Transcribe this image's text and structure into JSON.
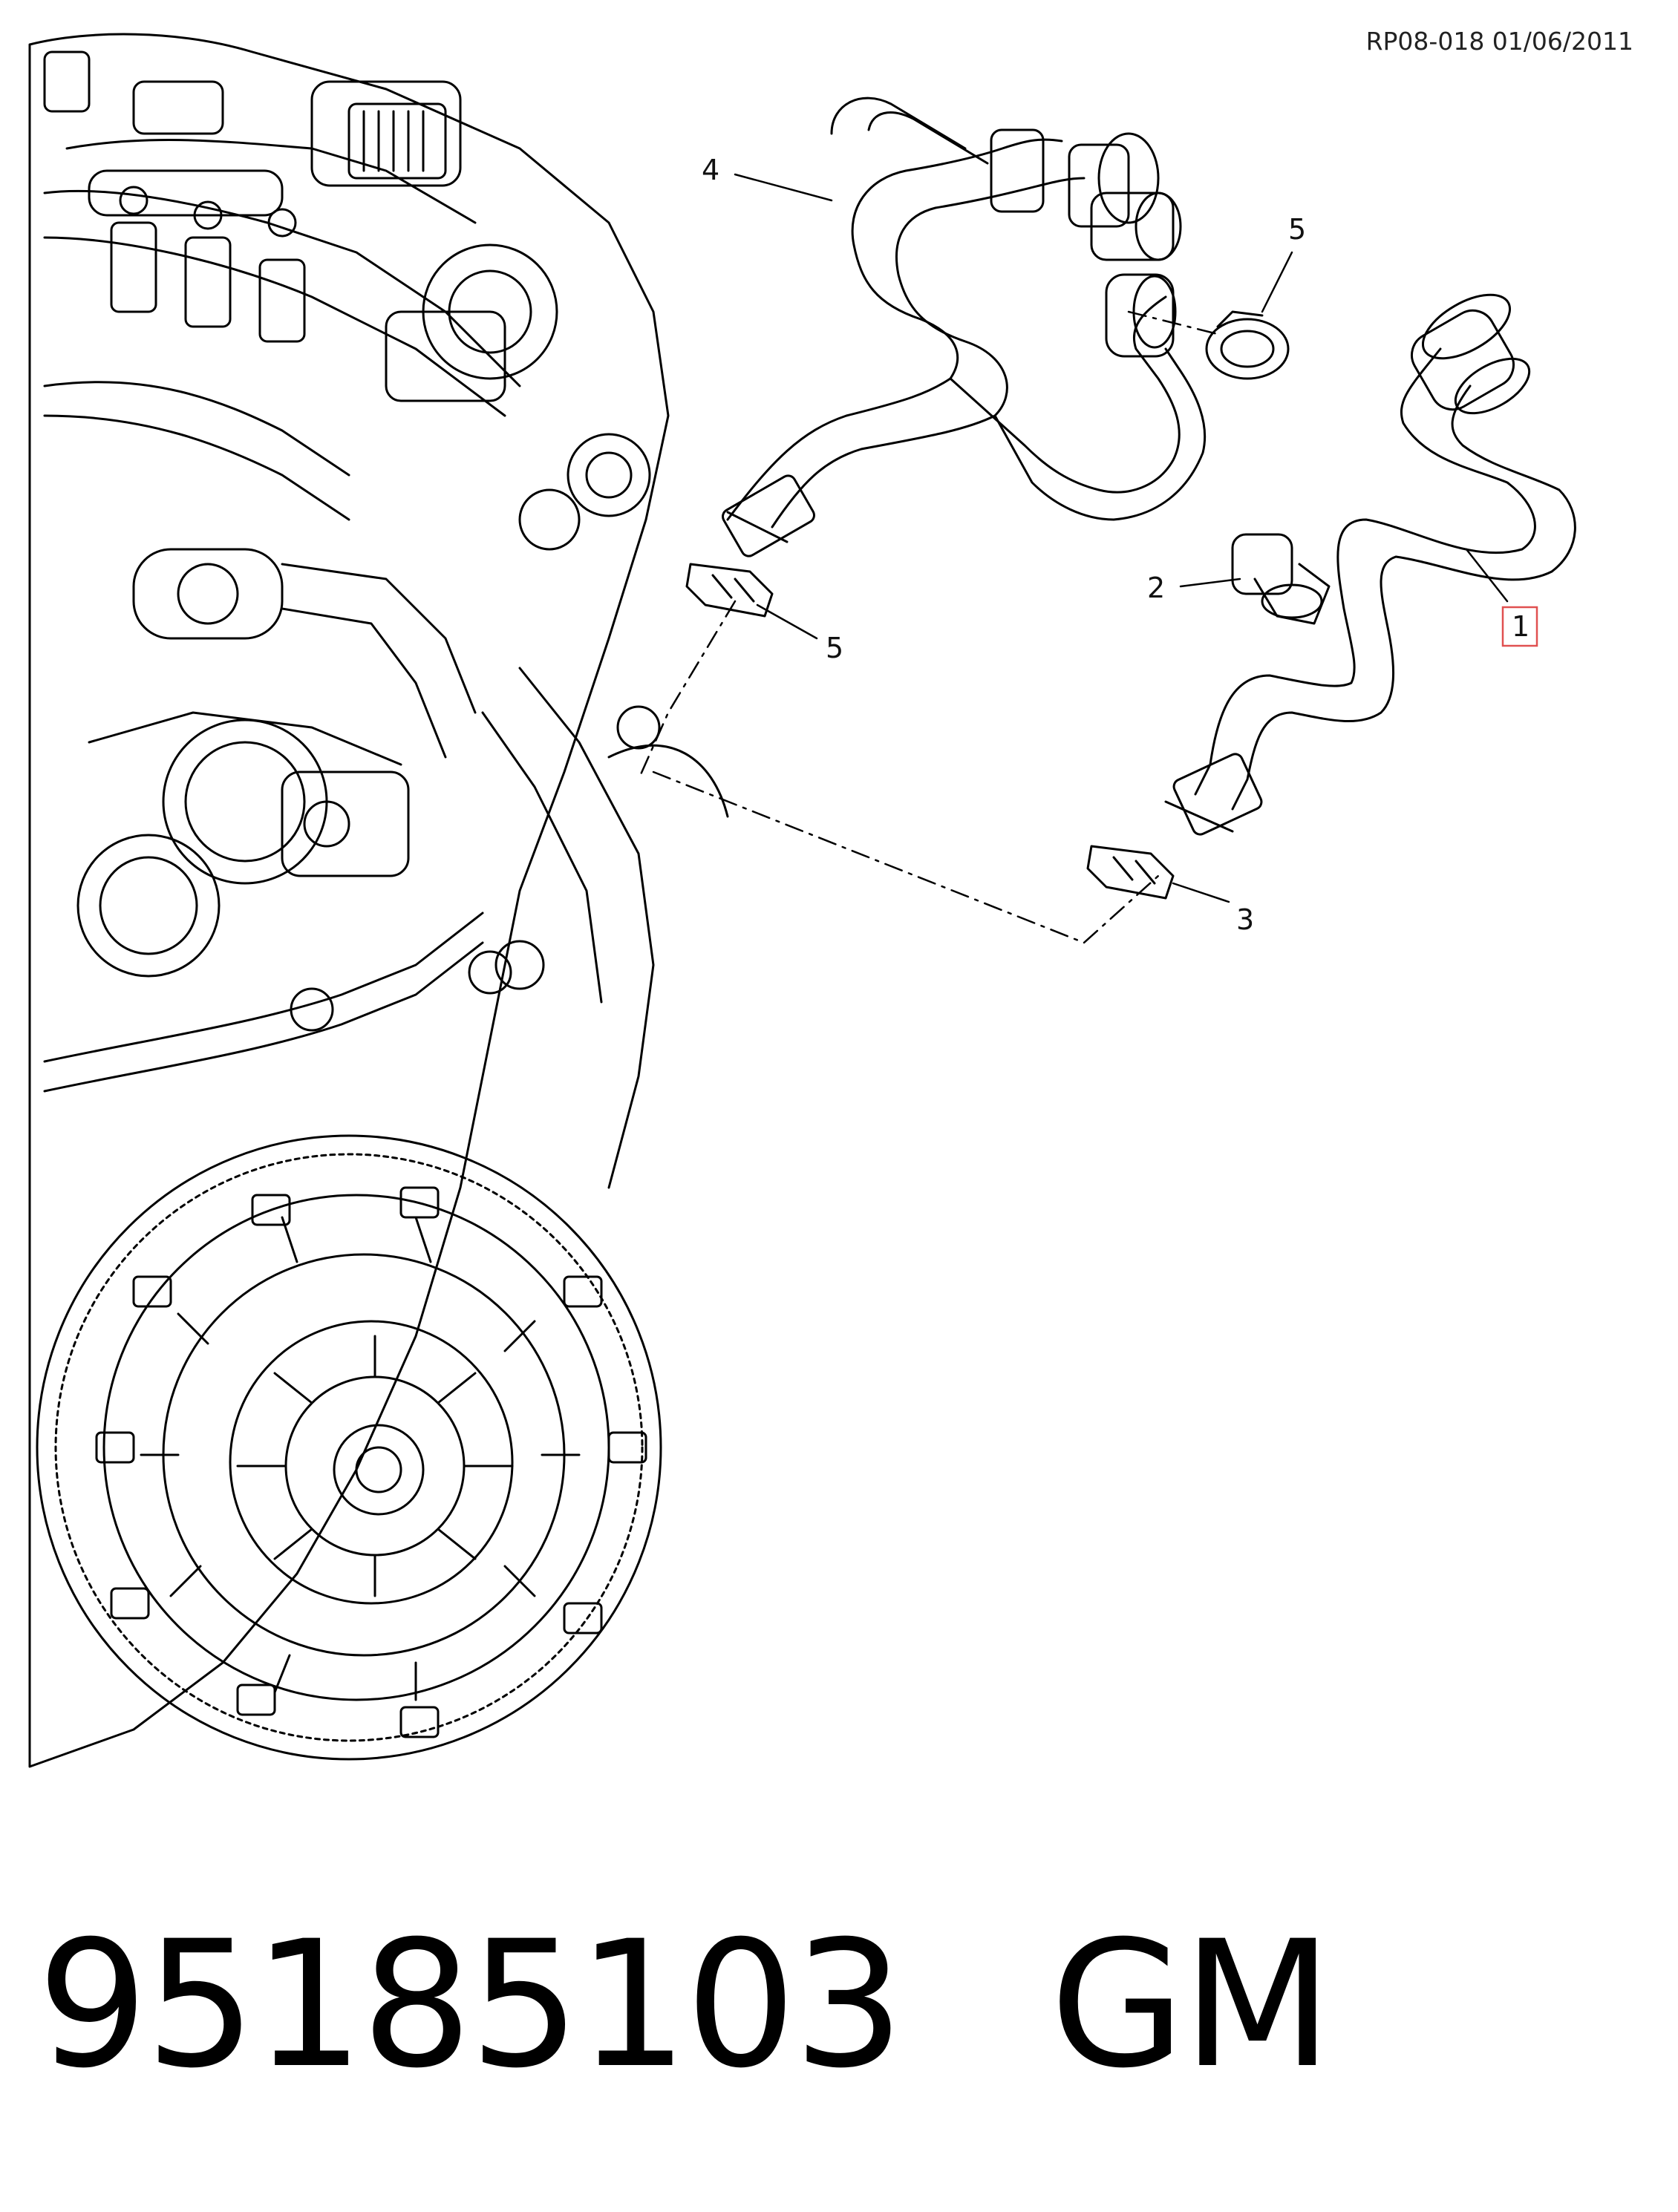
{
  "header": {
    "reference": "RP08-018 01/06/2011"
  },
  "callouts": {
    "item_4": "4",
    "item_5_top": "5",
    "item_5_left": "5",
    "item_2": "2",
    "item_1": "1",
    "item_3": "3"
  },
  "footer": {
    "part_number": "95185103",
    "brand": "GM"
  },
  "colors": {
    "line": "#000000",
    "highlight_box": "#e05050",
    "background": "#ffffff"
  }
}
